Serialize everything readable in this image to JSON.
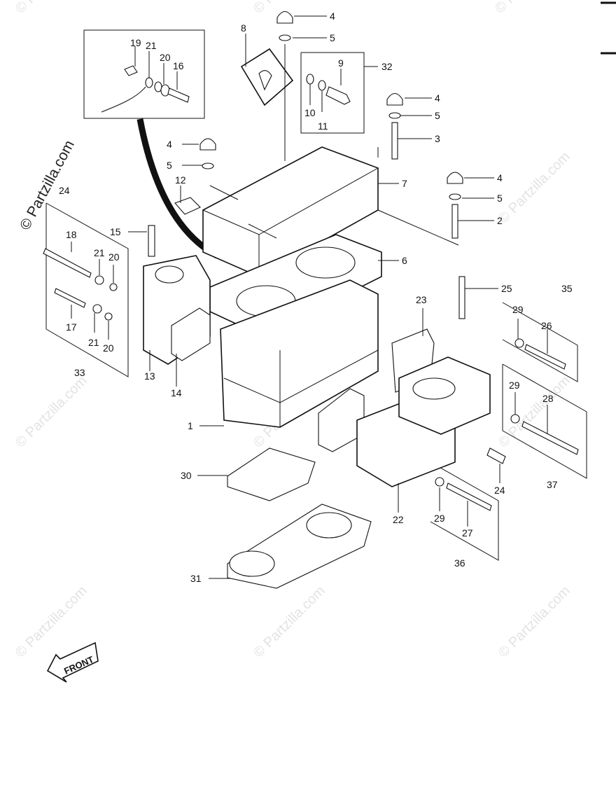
{
  "watermark": {
    "text": "© Partzilla.com",
    "side_text": "© Partzilla.com"
  },
  "front_label": "FRONT",
  "callouts": [
    {
      "id": "c1",
      "text": "1"
    },
    {
      "id": "c2",
      "text": "2"
    },
    {
      "id": "c3",
      "text": "3"
    },
    {
      "id": "c4a",
      "text": "4"
    },
    {
      "id": "c4b",
      "text": "4"
    },
    {
      "id": "c4c",
      "text": "4"
    },
    {
      "id": "c4d",
      "text": "4"
    },
    {
      "id": "c5a",
      "text": "5"
    },
    {
      "id": "c5b",
      "text": "5"
    },
    {
      "id": "c5c",
      "text": "5"
    },
    {
      "id": "c5d",
      "text": "5"
    },
    {
      "id": "c6",
      "text": "6"
    },
    {
      "id": "c7",
      "text": "7"
    },
    {
      "id": "c8",
      "text": "8"
    },
    {
      "id": "c9",
      "text": "9"
    },
    {
      "id": "c10",
      "text": "10"
    },
    {
      "id": "c11",
      "text": "11"
    },
    {
      "id": "c12",
      "text": "12"
    },
    {
      "id": "c13",
      "text": "13"
    },
    {
      "id": "c14",
      "text": "14"
    },
    {
      "id": "c15",
      "text": "15"
    },
    {
      "id": "c16",
      "text": "16"
    },
    {
      "id": "c17",
      "text": "17"
    },
    {
      "id": "c18",
      "text": "18"
    },
    {
      "id": "c19",
      "text": "19"
    },
    {
      "id": "c20a",
      "text": "20"
    },
    {
      "id": "c20b",
      "text": "20"
    },
    {
      "id": "c20c",
      "text": "20"
    },
    {
      "id": "c21a",
      "text": "21"
    },
    {
      "id": "c21b",
      "text": "21"
    },
    {
      "id": "c21c",
      "text": "21"
    },
    {
      "id": "c22",
      "text": "22"
    },
    {
      "id": "c23",
      "text": "23"
    },
    {
      "id": "c24a",
      "text": "24"
    },
    {
      "id": "c24b",
      "text": "24"
    },
    {
      "id": "c25",
      "text": "25"
    },
    {
      "id": "c26",
      "text": "26"
    },
    {
      "id": "c27",
      "text": "27"
    },
    {
      "id": "c28",
      "text": "28"
    },
    {
      "id": "c29a",
      "text": "29"
    },
    {
      "id": "c29b",
      "text": "29"
    },
    {
      "id": "c29c",
      "text": "29"
    },
    {
      "id": "c30",
      "text": "30"
    },
    {
      "id": "c31",
      "text": "31"
    },
    {
      "id": "c32",
      "text": "32"
    },
    {
      "id": "c33",
      "text": "33"
    },
    {
      "id": "c35",
      "text": "35"
    },
    {
      "id": "c36",
      "text": "36"
    },
    {
      "id": "c37",
      "text": "37"
    }
  ]
}
